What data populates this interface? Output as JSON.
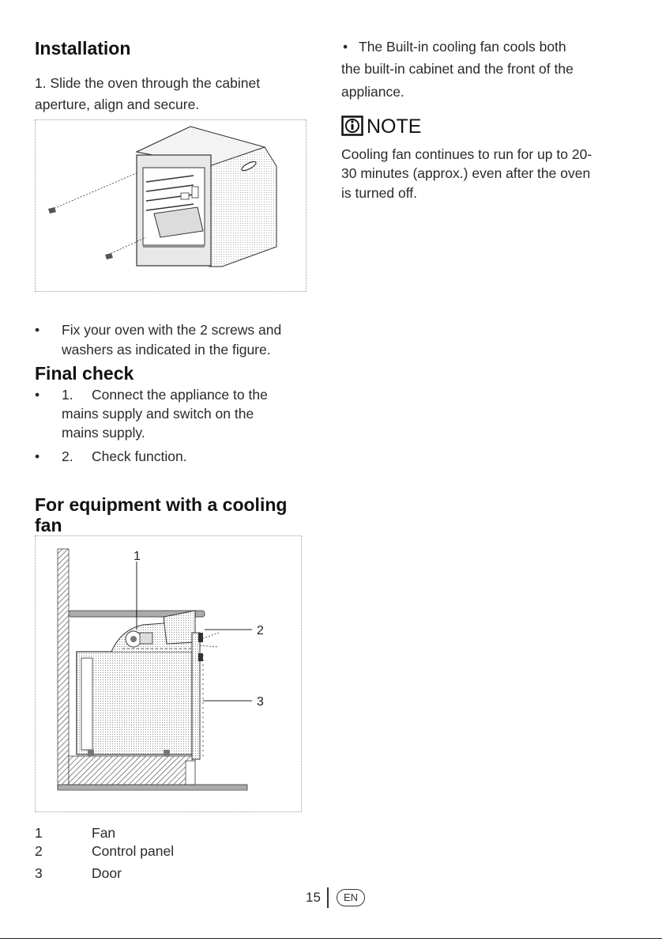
{
  "left": {
    "installation_heading": "Installation",
    "installation_step": "1. Slide the oven through the cabinet aperture, align and secure.",
    "installation_step_line1": "1. Slide the oven through the cabinet",
    "installation_step_line2": "aperture, align and secure.",
    "fix_bullet_line1": "Fix your oven with the 2 screws and",
    "fix_bullet_line2": "washers as indicated in the figure.",
    "final_check_heading": "Final check",
    "final_check_items": [
      {
        "num": "1.",
        "line1": "Connect the appliance to the",
        "line2": "mains supply and switch on the",
        "line3": "mains supply."
      },
      {
        "num": "2.",
        "line1": "Check function."
      }
    ],
    "cooling_heading_line1": "For equipment with a cooling",
    "cooling_heading_line2": "fan",
    "figure_callouts": [
      "1",
      "2",
      "3"
    ],
    "legend": [
      {
        "num": "1",
        "label": "Fan"
      },
      {
        "num": "2",
        "label": "Control panel"
      },
      {
        "num": "3",
        "label": "Door"
      }
    ]
  },
  "right": {
    "bullet_line1": "The Built-in cooling fan cools both",
    "bullet_line2": "the built-in cabinet and the front of the",
    "bullet_line3": "appliance.",
    "note_heading": "NOTE",
    "note_line1": "Cooling fan continues to run for up to 20-",
    "note_line2": "30 minutes (approx.) even after the oven",
    "note_line3": "is turned off."
  },
  "footer": {
    "page_number": "15",
    "language": "EN"
  },
  "bullet_symbol": "•"
}
